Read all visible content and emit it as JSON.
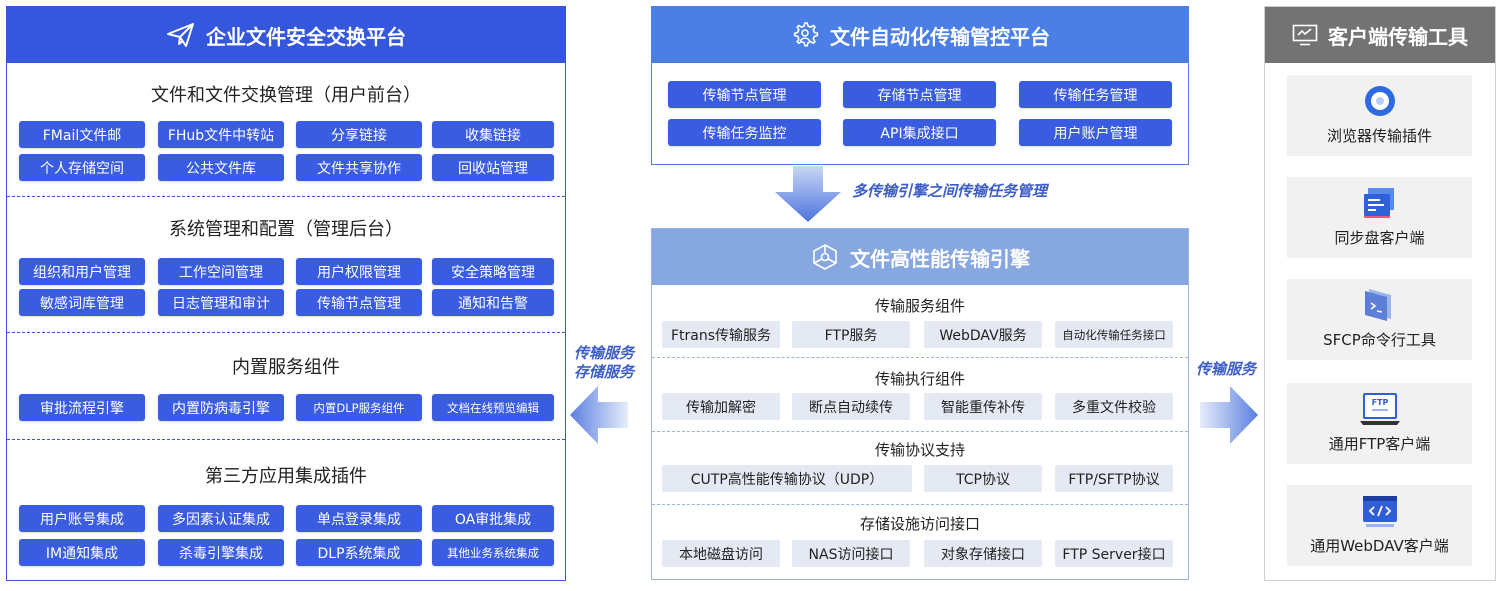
{
  "left": {
    "title": "企业文件安全交换平台",
    "sections": [
      {
        "title": "文件和文件交换管理（用户前台）",
        "items": [
          "FMail文件邮",
          "FHub文件中转站",
          "分享链接",
          "收集链接",
          "个人存储空间",
          "公共文件库",
          "文件共享协作",
          "回收站管理"
        ]
      },
      {
        "title": "系统管理和配置（管理后台）",
        "items": [
          "组织和用户管理",
          "工作空间管理",
          "用户权限管理",
          "安全策略管理",
          "敏感词库管理",
          "日志管理和审计",
          "传输节点管理",
          "通知和告警"
        ]
      },
      {
        "title": "内置服务组件",
        "items": [
          "审批流程引擎",
          "内置防病毒引擎",
          "内置DLP服务组件",
          "文档在线预览编辑"
        ]
      },
      {
        "title": "第三方应用集成插件",
        "items": [
          "用户账号集成",
          "多因素认证集成",
          "单点登录集成",
          "OA审批集成",
          "IM通知集成",
          "杀毒引擎集成",
          "DLP系统集成",
          "其他业务系统集成"
        ]
      }
    ]
  },
  "midtop": {
    "title": "文件自动化传输管控平台",
    "items": [
      "传输节点管理",
      "存储节点管理",
      "传输任务管理",
      "传输任务监控",
      "API集成接口",
      "用户账户管理"
    ]
  },
  "arrow_down_label": "多传输引擎之间传输任务管理",
  "midbot": {
    "title": "文件高性能传输引擎",
    "sections": [
      {
        "title": "传输服务组件",
        "items": [
          "Ftrans传输服务",
          "FTP服务",
          "WebDAV服务",
          "自动化传输任务接口"
        ]
      },
      {
        "title": "传输执行组件",
        "items": [
          "传输加解密",
          "断点自动续传",
          "智能重传补传",
          "多重文件校验"
        ]
      },
      {
        "title": "传输协议支持",
        "items": [
          "CUTP高性能传输协议（UDP）",
          "TCP协议",
          "FTP/SFTP协议"
        ]
      },
      {
        "title": "存储设施访问接口",
        "items": [
          "本地磁盘访问",
          "NAS访问接口",
          "对象存储接口",
          "FTP Server接口"
        ]
      }
    ]
  },
  "left_arrow_labels": [
    "传输服务",
    "存储服务"
  ],
  "right_arrow_label": "传输服务",
  "right": {
    "title": "客户端传输工具",
    "tools": [
      {
        "label": "浏览器传输插件",
        "icon": "browser-plugin-icon"
      },
      {
        "label": "同步盘客户端",
        "icon": "sync-drive-icon"
      },
      {
        "label": "SFCP命令行工具",
        "icon": "cli-tool-icon"
      },
      {
        "label": "通用FTP客户端",
        "icon": "ftp-client-icon",
        "icon_text": "FTP"
      },
      {
        "label": "通用WebDAV客户端",
        "icon": "webdav-client-icon"
      }
    ]
  },
  "colors": {
    "left_header": "#3557dd",
    "mid_header": "#4b7fe5",
    "engine_header": "#86a7df",
    "right_header": "#737373",
    "button_blue": "#3a5ce0",
    "button_gray": "#e4e9f3"
  }
}
